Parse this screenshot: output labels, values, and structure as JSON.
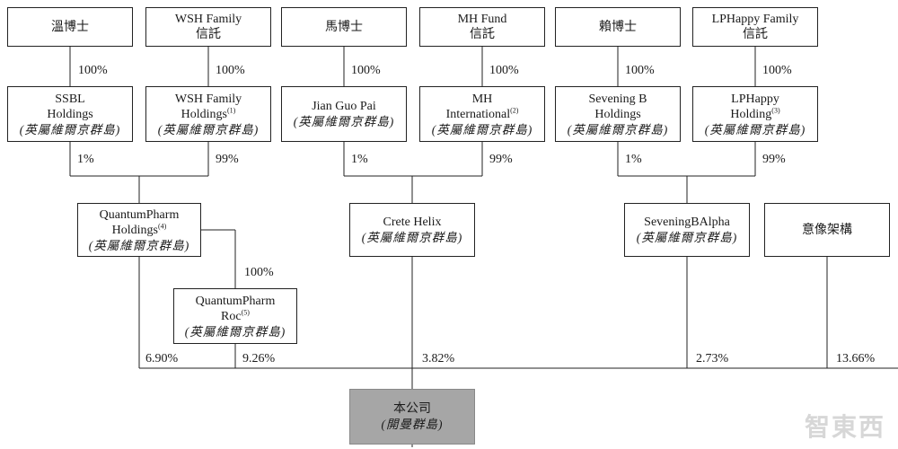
{
  "founders": [
    {
      "id": "wen",
      "name": "溫博士"
    },
    {
      "id": "wsh_trust",
      "name": "WSH Family",
      "name2": "信託"
    },
    {
      "id": "ma",
      "name": "馬博士"
    },
    {
      "id": "mh_trust",
      "name": "MH Fund",
      "name2": "信託"
    },
    {
      "id": "lai",
      "name": "賴博士"
    },
    {
      "id": "lph_trust",
      "name": "LPHappy Family",
      "name2": "信託"
    }
  ],
  "holdings": [
    {
      "id": "ssbl",
      "name": "SSBL",
      "name2": "Holdings",
      "note": "",
      "jurisdiction": "(英屬維爾京群島)"
    },
    {
      "id": "wsh",
      "name": "WSH Family",
      "name2": "Holdings",
      "note": "(1)",
      "jurisdiction": "(英屬維爾京群島)"
    },
    {
      "id": "jgp",
      "name": "Jian Guo Pai",
      "name2": "",
      "note": "",
      "jurisdiction": "(英屬維爾京群島)"
    },
    {
      "id": "mhi",
      "name": "MH",
      "name2": "International",
      "note": "(2)",
      "jurisdiction": "(英屬維爾京群島)"
    },
    {
      "id": "sbh",
      "name": "Sevening B",
      "name2": "Holdings",
      "note": "",
      "jurisdiction": "(英屬維爾京群島)"
    },
    {
      "id": "lph",
      "name": "LPHappy",
      "name2": "Holding",
      "note": "(3)",
      "jurisdiction": "(英屬維爾京群島)"
    }
  ],
  "intermediates": [
    {
      "id": "qph",
      "name": "QuantumPharm",
      "name2": "Holdings",
      "note": "(4)",
      "jurisdiction": "(英屬維爾京群島)"
    },
    {
      "id": "qpr",
      "name": "QuantumPharm",
      "name2": "Roc",
      "note": "(5)",
      "jurisdiction": "(英屬維爾京群島)"
    },
    {
      "id": "crete",
      "name": "Crete Helix",
      "name2": "",
      "note": "",
      "jurisdiction": "(英屬維爾京群島)"
    },
    {
      "id": "sba",
      "name": "SeveningBAlpha",
      "name2": "",
      "note": "",
      "jurisdiction": "(英屬維爾京群島)"
    },
    {
      "id": "vie",
      "name": "意像架構",
      "name2": "",
      "note": "",
      "jurisdiction": ""
    }
  ],
  "company": {
    "name": "本公司",
    "jurisdiction": "(開曼群島)"
  },
  "percentages": {
    "wen_ssbl": "100%",
    "wsh_holdings": "100%",
    "ma_jgp": "100%",
    "mh_international": "100%",
    "lai_sbh": "100%",
    "lph_holding": "100%",
    "ssbl_qph": "1%",
    "wsh_qph": "99%",
    "jgp_crete": "1%",
    "mhi_crete": "99%",
    "sbh_sba": "1%",
    "lph_sba": "99%",
    "qph_qpr": "100%",
    "qph_company": "6.90%",
    "qpr_company": "9.26%",
    "crete_company": "3.82%",
    "sba_company": "2.73%",
    "vie_company": "13.66%"
  },
  "watermark": "智東西"
}
